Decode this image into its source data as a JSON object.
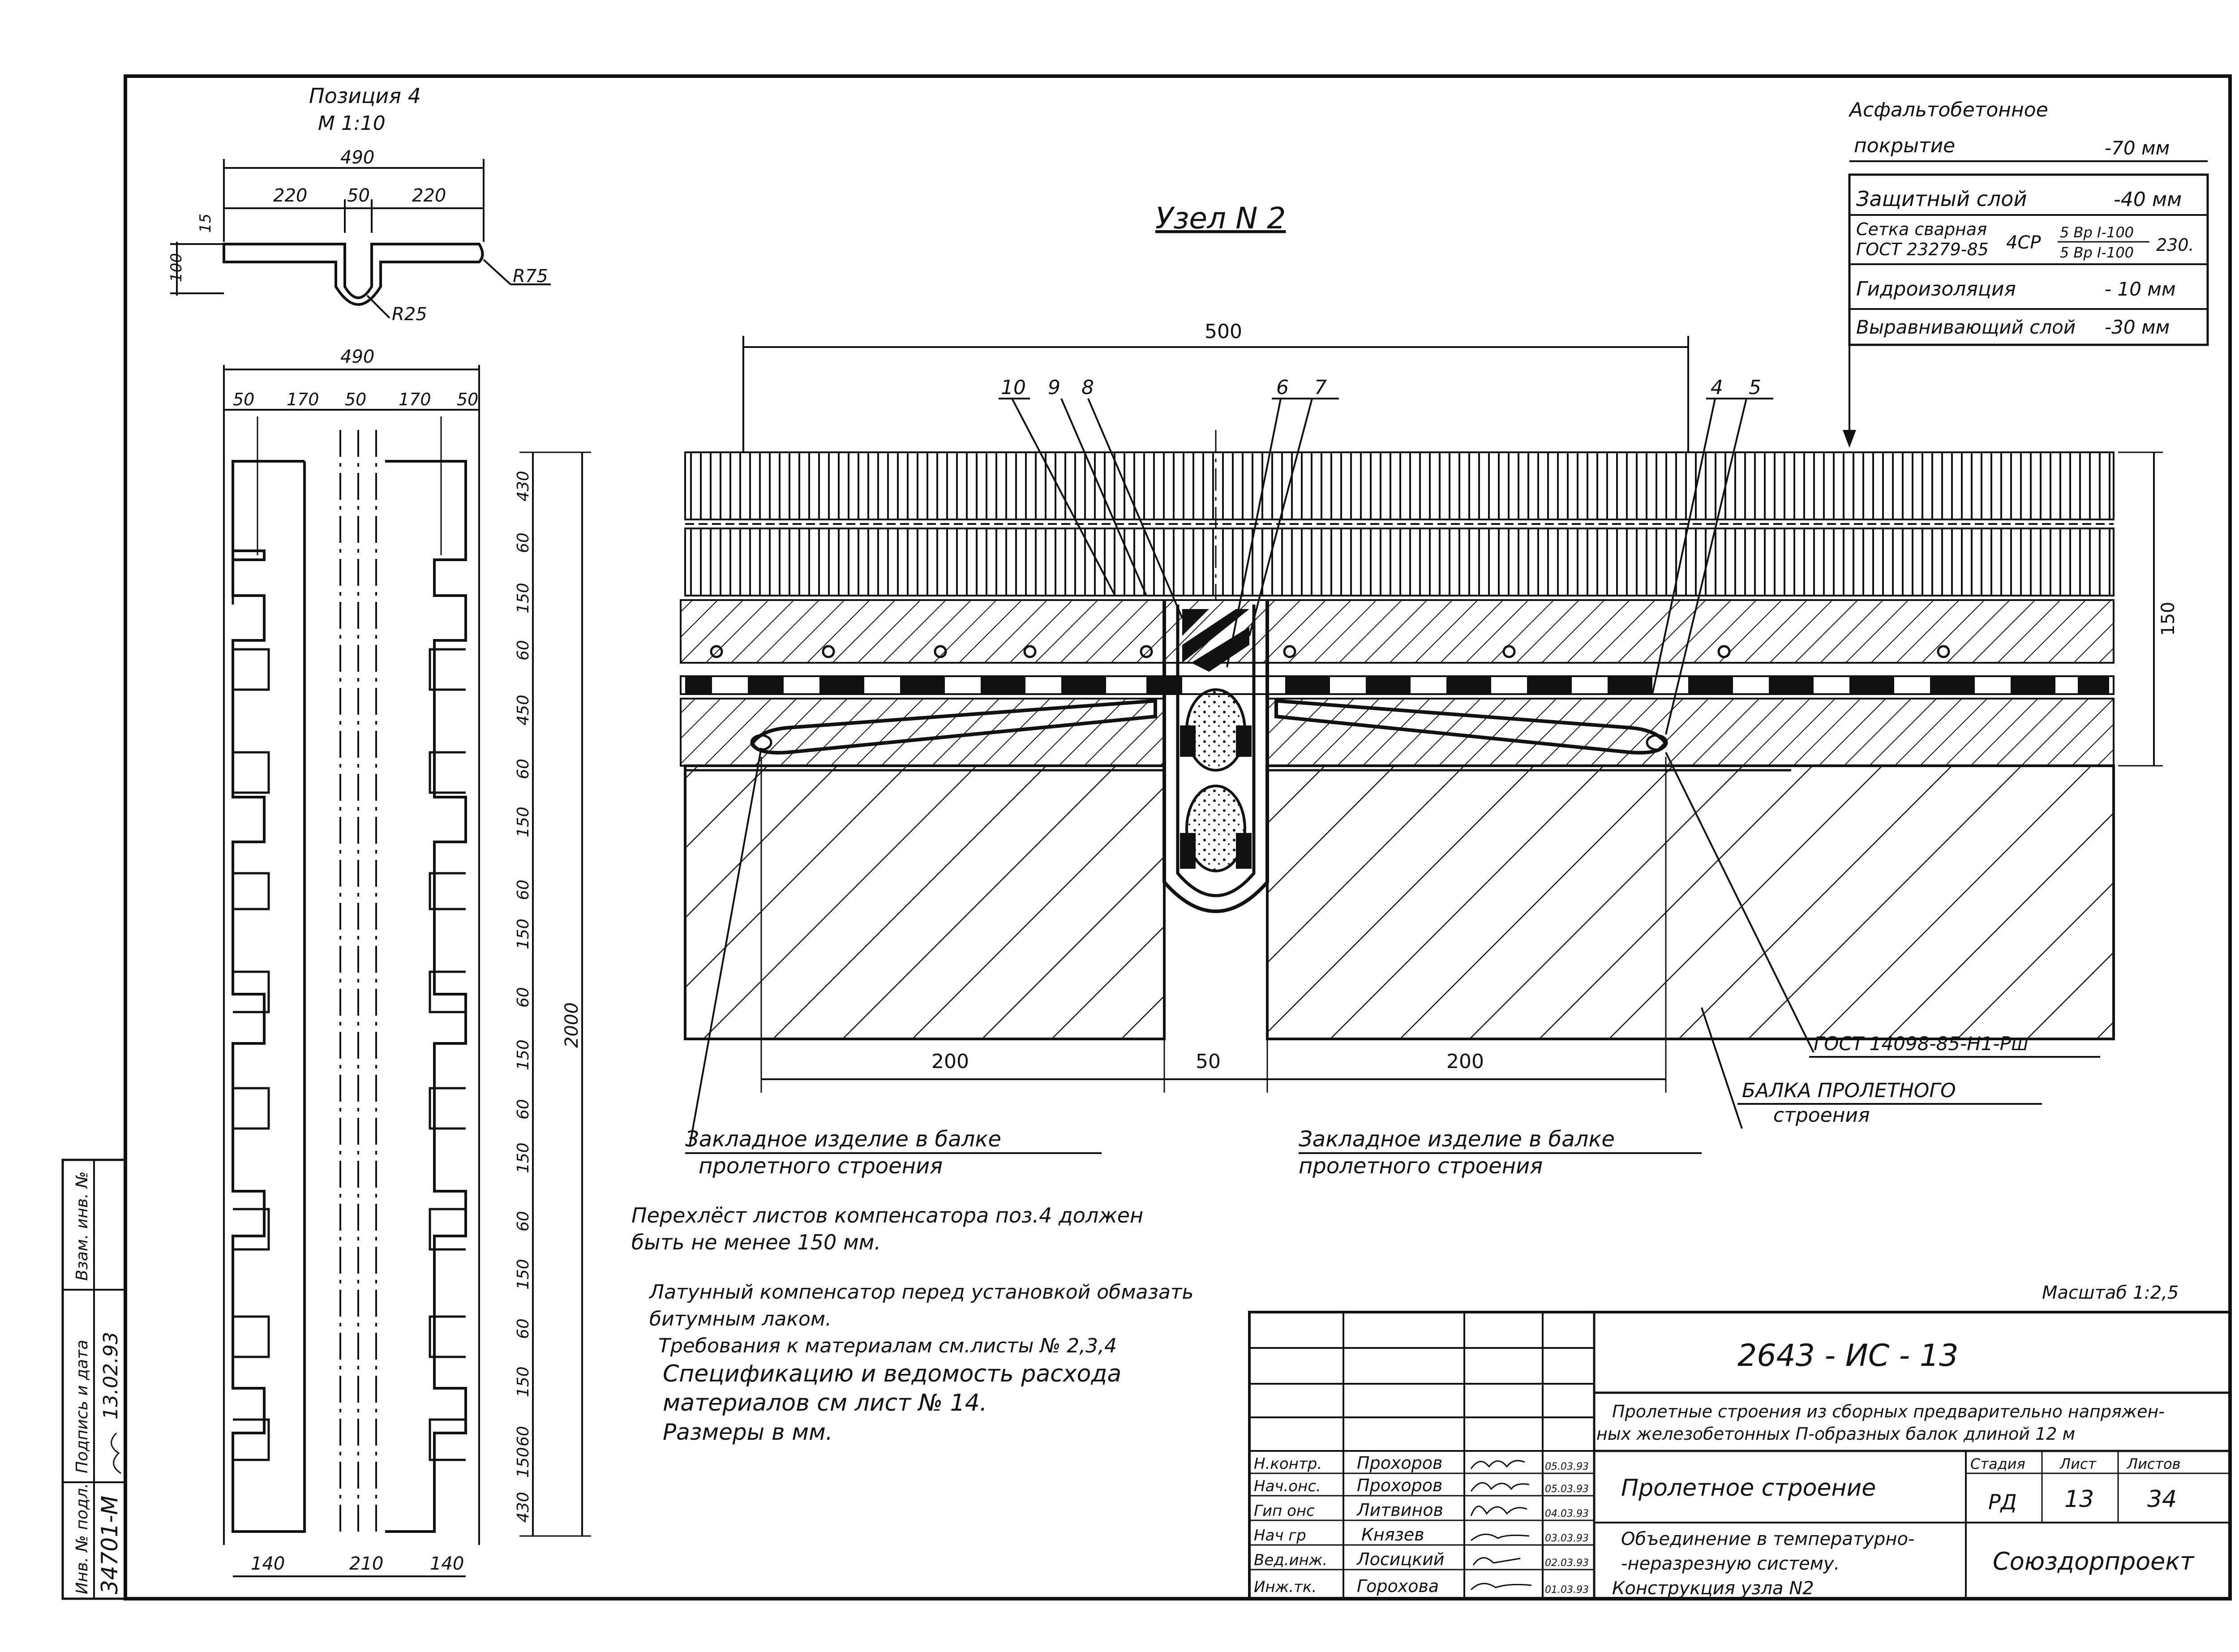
{
  "position": {
    "title": "Позиция 4",
    "scale": "М 1:10",
    "top_total": "490",
    "top_parts": [
      "220",
      "50",
      "220"
    ],
    "dim_15": "15",
    "dim_100": "100",
    "r75": "R75",
    "r25": "R25",
    "plan_total": "490",
    "plan_parts": [
      "50",
      "170",
      "50",
      "170",
      "50"
    ],
    "side_dims": [
      "430",
      "60",
      "150",
      "60",
      "450",
      "60",
      "150",
      "60",
      "150",
      "60",
      "150",
      "60",
      "150",
      "60",
      "150",
      "60",
      "150",
      "60",
      "150",
      "430"
    ],
    "height_total": "2000",
    "bottom_dims": [
      "140",
      "210",
      "140"
    ]
  },
  "node": {
    "title": "Узел N 2",
    "dim_500": "500",
    "callouts": [
      "10",
      "9",
      "8",
      "6",
      "7",
      "4",
      "5"
    ],
    "dim_150": "150",
    "dim_200_left": "200",
    "dim_50": "50",
    "dim_200_right": "200",
    "gost_label": "ГОСТ 14098-85-Н1-Рш",
    "beam_label_1": "БАЛКА  ПРОЛЕТНОГО",
    "beam_label_2": "строения",
    "embed_left_1": "Закладное  изделие  в  балке",
    "embed_left_2": "пролетного  строения",
    "embed_right_1": "Закладное  изделие  в  балке",
    "embed_right_2": "пролетного  строения"
  },
  "layers": [
    {
      "name": "Асфальтобетонное",
      "name2": "покрытие",
      "value": "-70 мм"
    },
    {
      "name": "Защитный  слой",
      "value": "-40 мм"
    },
    {
      "name": "Сетка сварная",
      "name2": "ГОСТ 23279-85",
      "value": "4СР",
      "frac_top": "5 Вр I-100",
      "frac_bottom": "5 Вр I-100",
      "suffix": "230."
    },
    {
      "name": "Гидроизоляция",
      "value": "- 10 мм"
    },
    {
      "name": "Выравнивающий  слой",
      "value": "-30 мм"
    }
  ],
  "notes": {
    "overlap_1": "Перехлёст  листов  компенсатора  поз.4  должен",
    "overlap_2": "быть  не  менее  150 мм.",
    "lines": [
      "Латунный компенсатор перед установкой обмазать",
      "битумным лаком.",
      "Требования к материалам см.листы № 2,3,4",
      "Спецификацию  и ведомость  расхода",
      "материалов  см  лист № 14.",
      "Размеры   в мм."
    ],
    "scale": "Масштаб 1:2,5"
  },
  "stamp": {
    "code": "2643 - ИС - 13",
    "title_1": "Пролетные строения из сборных предварительно напряжен-",
    "title_2": "ных железобетонных П-образных балок длиной 12 м",
    "part": "Пролетное  строение",
    "desc_1": "Объединение в температурно-",
    "desc_2": "-неразрезную систему.",
    "desc_3": "Конструкция узла N2",
    "org": "Союздорпроект",
    "stage_h": "Стадия",
    "sheet_h": "Лист",
    "sheets_h": "Листов",
    "stage": "РД",
    "sheet": "13",
    "sheets": "34",
    "people": [
      {
        "role": "Н.контр.",
        "name": "Прохоров",
        "date": "05.03.93"
      },
      {
        "role": "Нач.онс.",
        "name": "Прохоров",
        "date": "05.03.93"
      },
      {
        "role": "Гип онс",
        "name": "Литвинов",
        "date": "04.03.93"
      },
      {
        "role": "Нач гр",
        "name": "Князев",
        "date": "03.03.93"
      },
      {
        "role": "Вед.инж.",
        "name": "Лосицкий",
        "date": "02.03.93"
      },
      {
        "role": "Инж.тк.",
        "name": "Горохова",
        "date": "01.03.93"
      }
    ]
  },
  "side_stamp": {
    "h1": "Инв. № подл.",
    "h2": "Подпись и дата",
    "h3": "Взам. инв. №",
    "v1": "34701-М",
    "v2": "13.02.93"
  }
}
